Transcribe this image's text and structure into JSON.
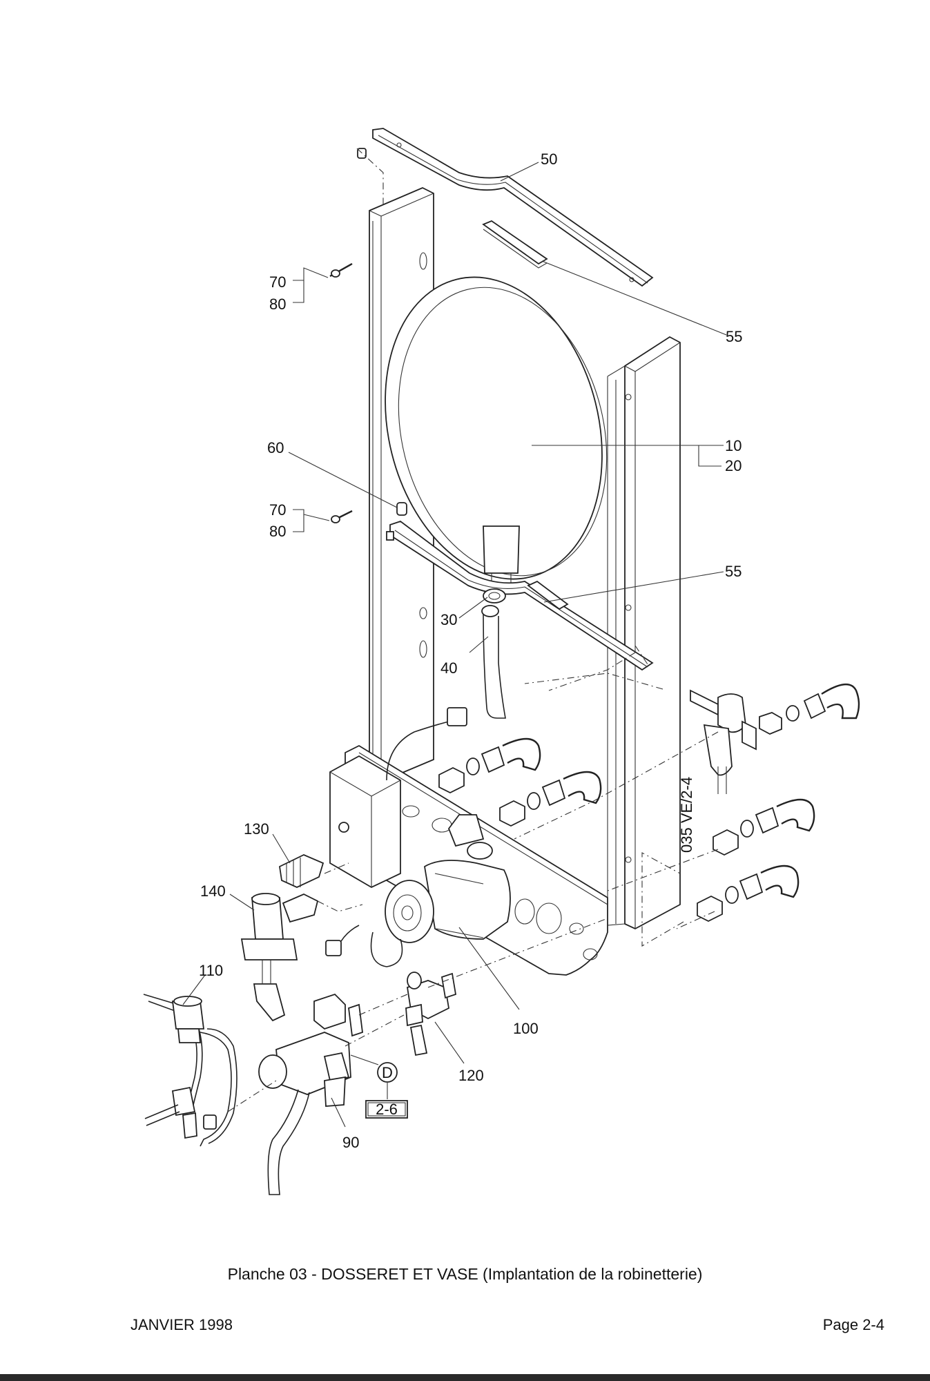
{
  "callouts": {
    "c50": "50",
    "c55a": "55",
    "c55b": "55",
    "c10": "10",
    "c20": "20",
    "c60": "60",
    "c70a": "70",
    "c80a": "80",
    "c70b": "70",
    "c80b": "80",
    "c30": "30",
    "c40": "40",
    "c130": "130",
    "c140": "140",
    "c110": "110",
    "c100": "100",
    "c120": "120",
    "c90": "90",
    "cD": "D",
    "c26": "2-6"
  },
  "side_code": "035 VE/2-4",
  "caption": "Planche 03 - DOSSERET ET VASE (Implantation de la robinetterie)",
  "footer": {
    "date": "JANVIER 1998",
    "page": "Page 2-4"
  }
}
